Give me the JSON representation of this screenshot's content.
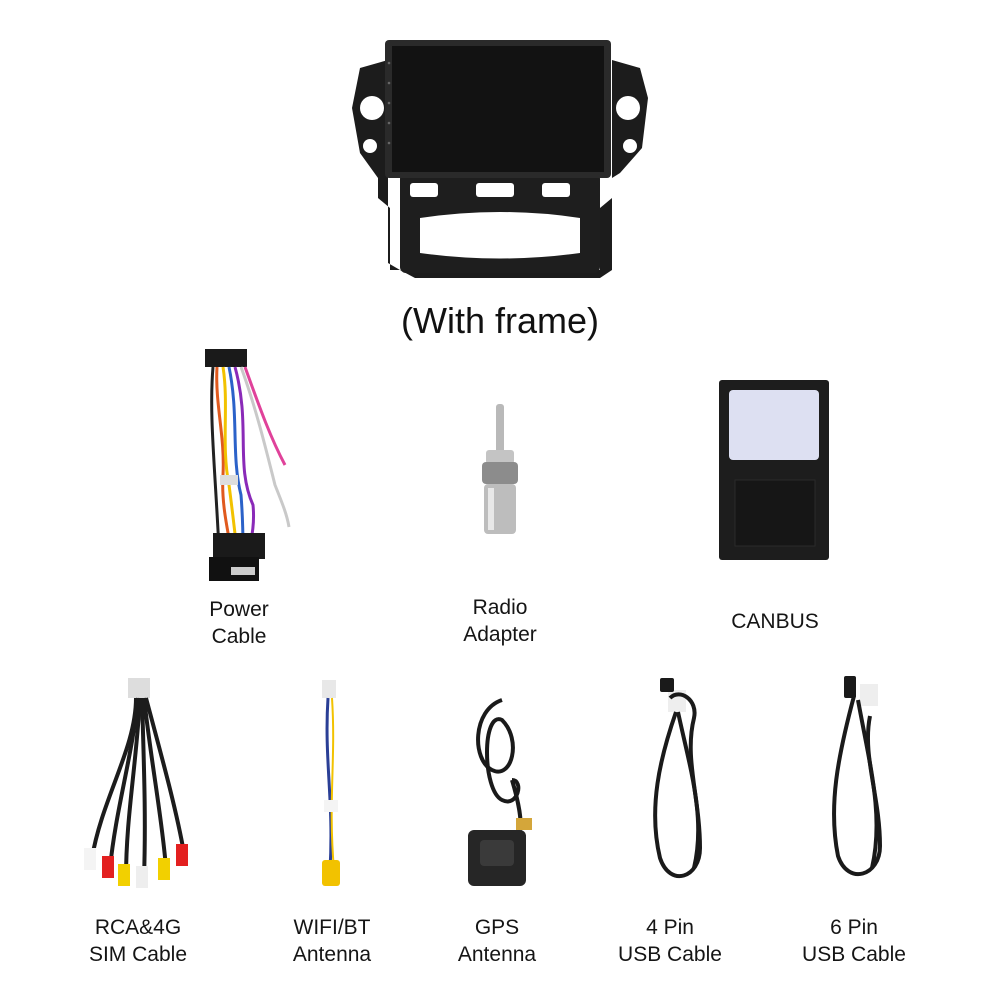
{
  "header": {
    "title": "(With frame)"
  },
  "accessories_row1": [
    {
      "label": "Power\nCable"
    },
    {
      "label": "Radio\nAdapter"
    },
    {
      "label": "CANBUS"
    }
  ],
  "accessories_row2": [
    {
      "label": "RCA&4G\nSIM Cable"
    },
    {
      "label": "WIFI/BT\nAntenna"
    },
    {
      "label": "GPS\nAntenna"
    },
    {
      "label": "4 Pin\nUSB Cable"
    },
    {
      "label": "6 Pin\nUSB Cable"
    }
  ],
  "colors": {
    "unit_black": "#1b1b1b",
    "screen": "#111111",
    "canbus_window": "#dde0f2"
  }
}
